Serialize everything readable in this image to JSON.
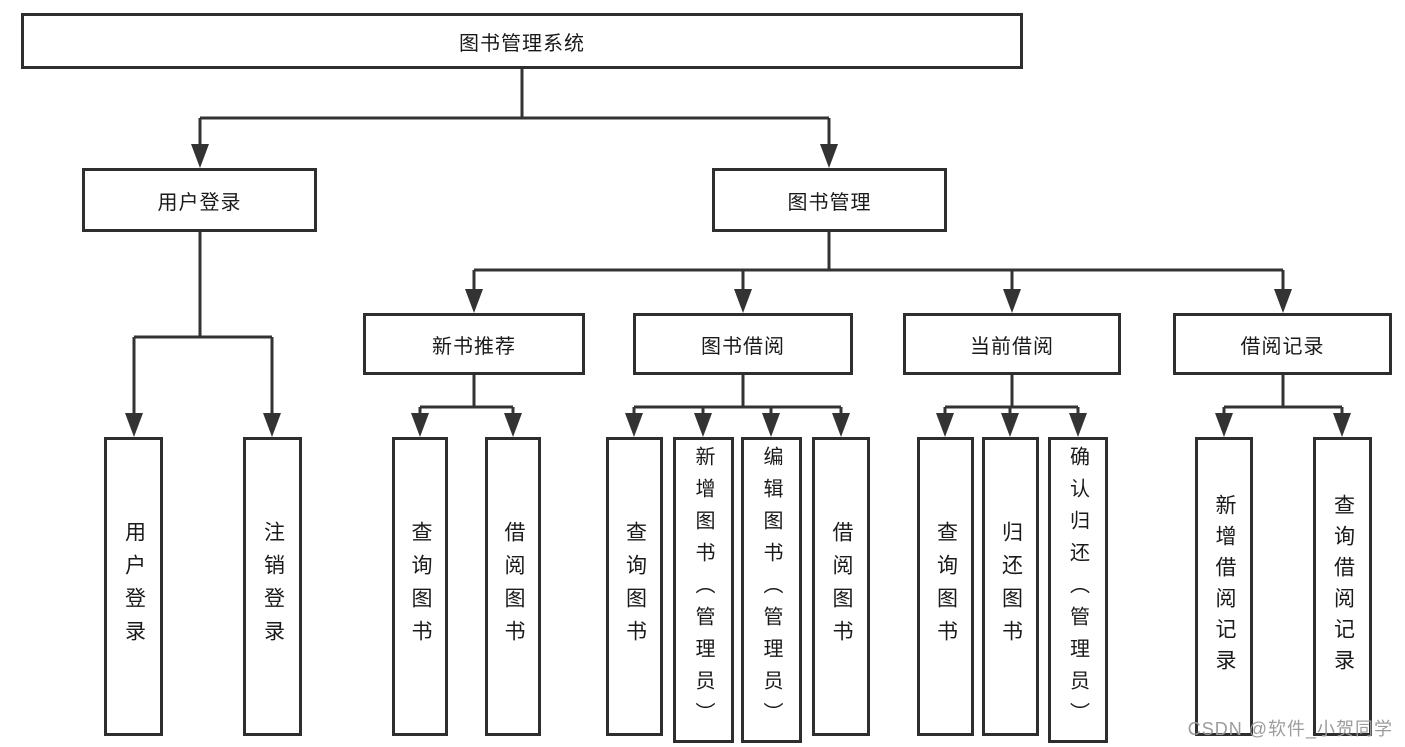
{
  "diagram": {
    "root": {
      "label": "图书管理系统"
    },
    "branches": [
      {
        "label": "用户登录",
        "children": [
          {
            "label": "用户登录"
          },
          {
            "label": "注销登录"
          }
        ]
      },
      {
        "label": "图书管理",
        "children": [
          {
            "label": "新书推荐",
            "children": [
              {
                "label": "查询图书"
              },
              {
                "label": "借阅图书"
              }
            ]
          },
          {
            "label": "图书借阅",
            "children": [
              {
                "label": "查询图书"
              },
              {
                "label": "新增图书（管理员）"
              },
              {
                "label": "编辑图书（管理员）"
              },
              {
                "label": "借阅图书"
              }
            ]
          },
          {
            "label": "当前借阅",
            "children": [
              {
                "label": "查询图书"
              },
              {
                "label": "归还图书"
              },
              {
                "label": "确认归还（管理员）"
              }
            ]
          },
          {
            "label": "借阅记录",
            "children": [
              {
                "label": "新增借阅记录"
              },
              {
                "label": "查询借阅记录"
              }
            ]
          }
        ]
      }
    ]
  },
  "watermark": {
    "text": "CSDN @软件_小贺同学"
  },
  "colors": {
    "line": "#333333",
    "border": "#2e2e2e",
    "text": "#1a1a1a",
    "watermark": "#9c9c9c",
    "background": "#ffffff"
  }
}
